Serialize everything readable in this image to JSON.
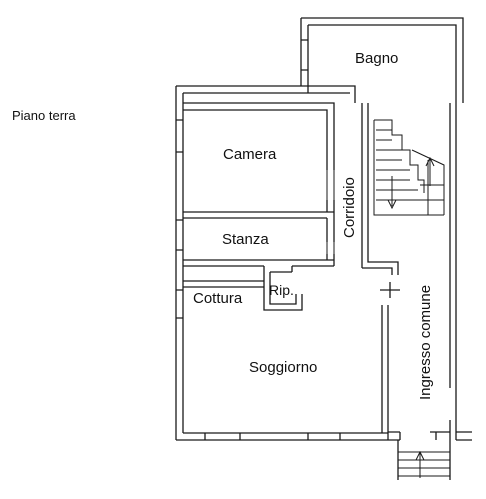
{
  "plan": {
    "floor_label": "Piano terra",
    "rooms": {
      "bagno": "Bagno",
      "camera": "Camera",
      "corridoio": "Corridoio",
      "stanza": "Stanza",
      "ripostiglio": "Rip.",
      "cottura": "Cottura",
      "soggiorno": "Soggiorno",
      "ingresso_comune": "Ingresso comune"
    },
    "colors": {
      "line": "#1a1a1a",
      "wall_fill": "#ffffff",
      "background": "#ffffff"
    }
  }
}
